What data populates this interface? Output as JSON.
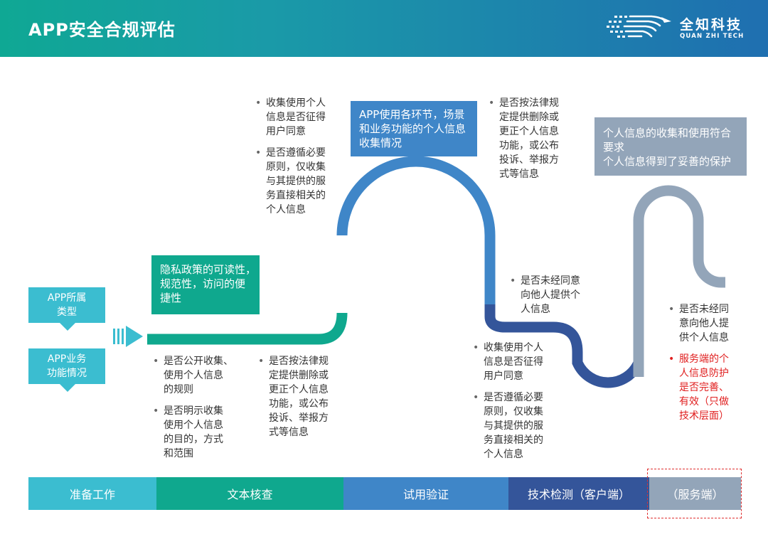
{
  "header": {
    "title": "APP安全合规评估",
    "logo_name": "全知科技",
    "logo_sub": "QUAN ZHI TECH",
    "gradient": [
      "#0fa894",
      "#1f6fb0"
    ]
  },
  "side_tags": [
    "APP所属\n类型",
    "APP业务\n功能情况"
  ],
  "boxes": {
    "privacy": "隐私政策的可读性，\n规范性，访问的便\n捷性",
    "usage": "APP使用各环节，场景\n和业务功能的个人信息\n收集情况",
    "server": "个人信息的收集和使用符合\n要求\n个人信息得到了妥善的保护"
  },
  "lists": {
    "prep": [
      "是否公开收集、\n使用个人信息\n的规则",
      "是否明示收集\n使用个人信息\n的目的，方式\n和范围"
    ],
    "text_check": [
      "是否按法律规\n定提供删除或\n更正个人信息\n功能，或公布\n投诉、举报方\n式等信息"
    ],
    "trial_top": [
      "收集使用个人\n信息是否征得\n用户同意",
      "是否遵循必要\n原则，仅收集\n与其提供的服\n务直接相关的\n个人信息"
    ],
    "tech_top": [
      "是否按法律规\n定提供删除或\n更正个人信息\n功能，或公布\n投诉、举报方\n式等信息"
    ],
    "tech_mid": [
      "是否未经同意\n向他人提供个\n人信息"
    ],
    "tech_low": [
      "收集使用个人\n信息是否征得\n用户同意",
      "是否遵循必要\n原则，仅收集\n与其提供的服\n务直接相关的\n个人信息"
    ],
    "server": [
      "是否未经同\n意向他人提\n供个人信息"
    ],
    "server_red": [
      "服务端的个\n人信息防护\n是否完善、\n有效（只做\n技术层面）"
    ]
  },
  "stages": [
    {
      "label": "准备工作",
      "color": "#3bbdd0"
    },
    {
      "label": "文本核查",
      "color": "#0fa88e"
    },
    {
      "label": "试用验证",
      "color": "#3f86c8"
    },
    {
      "label": "技术检测（客户端）",
      "color": "#34559a"
    },
    {
      "label": "（服务端）",
      "color": "#93a5b9"
    }
  ],
  "colors": {
    "teal": "#0fa88e",
    "blue": "#3f86c8",
    "navy": "#34559a",
    "gray": "#93a5b9",
    "cyan": "#3bbdd0"
  }
}
